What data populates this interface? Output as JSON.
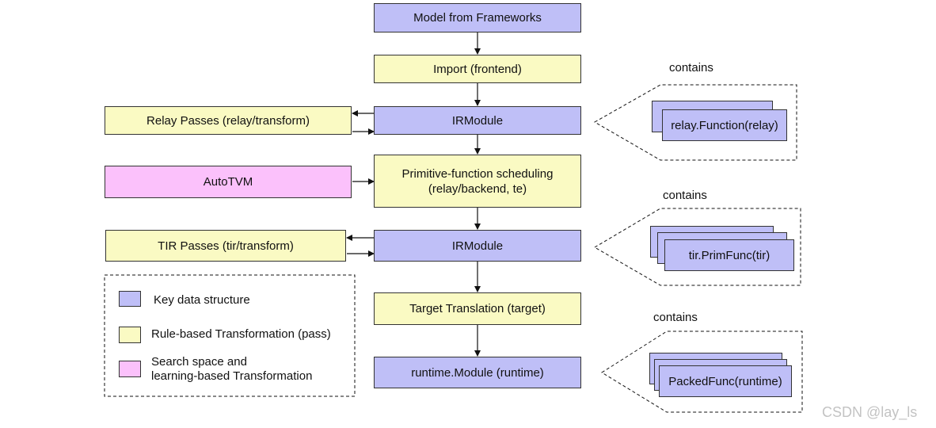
{
  "main_flow": {
    "model_from_frameworks": "Model from Frameworks",
    "import_frontend": "Import (frontend)",
    "irmodule_relay": "IRModule",
    "primitive_scheduling_line1": "Primitive-function scheduling",
    "primitive_scheduling_line2": "(relay/backend, te)",
    "irmodule_tir": "IRModule",
    "target_translation": "Target Translation (target)",
    "runtime_module": "runtime.Module (runtime)"
  },
  "side_nodes": {
    "relay_passes": "Relay Passes (relay/transform)",
    "autotvm": "AutoTVM",
    "tir_passes": "TIR Passes (tir/transform)"
  },
  "contains": {
    "label": "contains",
    "relay_function": "relay.Function(relay)",
    "tir_primfunc": "tir.PrimFunc(tir)",
    "packed_func": "PackedFunc(runtime)"
  },
  "legend": {
    "key_data_structure": "Key data structure",
    "rule_based": "Rule-based Transformation (pass)",
    "search_line1": "Search space and",
    "search_line2": "learning-based Transformation"
  },
  "colors": {
    "key_data_structure": "#bfbff7",
    "rule_based_transformation": "#fafac3",
    "learning_based_transformation": "#fbc1fb"
  },
  "watermark": "CSDN @lay_ls"
}
